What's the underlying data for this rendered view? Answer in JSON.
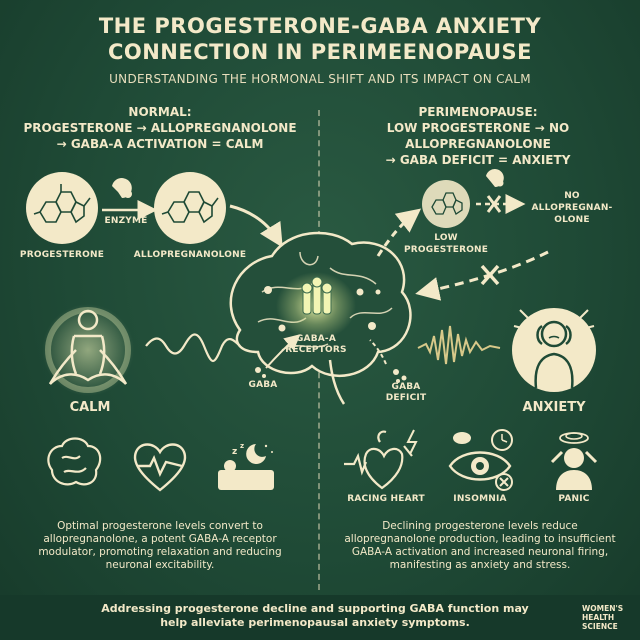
{
  "title": {
    "line1": "THE PROGESTERONE-GABA ANXIETY",
    "line2": "CONNECTION IN PERIMEENOPAUSE",
    "subtitle": "UNDERSTANDING THE HORMONAL SHIFT AND ITS IMPACT ON CALM"
  },
  "normal": {
    "heading1": "NORMAL:",
    "heading2": "PROGESTERONE → ALLOPREGNANOLONE",
    "heading3": "→ GABA-A ACTIVATION = CALM",
    "progesterone_label": "PROGESTERONE",
    "enzyme_label": "ENZYME",
    "allo_label": "ALLOPREGNANOLONE",
    "calm_label": "CALM",
    "gaba_label": "GABA",
    "paragraph": [
      "Optimal progesterone levels convert to",
      "allopregnanolone, a potent GABA-A receptor",
      "modulator, promoting relaxation and reducing",
      "neuronal excitability."
    ]
  },
  "peri": {
    "heading1": "PERIMENOPAUSE:",
    "heading2": "LOW PROGESTERONE → NO ALLOPREGNANOLONE",
    "heading3": "→ GABA DEFICIT = ANXIETY",
    "low_label1": "LOW",
    "low_label2": "PROGESTERONE",
    "no_allo1": "NO",
    "no_allo2": "ALLOPREGNAN-",
    "no_allo3": "OLONE",
    "anxiety_label": "ANXIETY",
    "deficit1": "GABA",
    "deficit2": "DEFICIT",
    "racing_heart": "RACING HEART",
    "insomnia": "INSOMNIA",
    "panic": "PANIC",
    "paragraph": [
      "Declining progesterone levels reduce",
      "allopregnanolone production, leading to insufficient",
      "GABA-A activation and increased neuronal firing,",
      "manifesting as anxiety and stress."
    ]
  },
  "brain": {
    "receptor1": "GABA-A",
    "receptor2": "RECEPTORS"
  },
  "footer": {
    "line1": "Addressing progesterone decline and supporting GABA function may",
    "line2": "help alleviate perimenopausal anxiety symptoms.",
    "brand1": "WOMEN'S",
    "brand2": "HEALTH",
    "brand3": "SCIENCE"
  },
  "colors": {
    "background": "#1f4a36",
    "cream": "#f3e9c8",
    "glow": "#e8f0a0"
  },
  "icons": [
    "molecule-icon",
    "enzyme-icon",
    "brain-icon",
    "meditation-icon",
    "anxious-person-icon",
    "heart-icon",
    "sleep-icon",
    "eye-icon",
    "panic-icon",
    "leaf-icon"
  ]
}
